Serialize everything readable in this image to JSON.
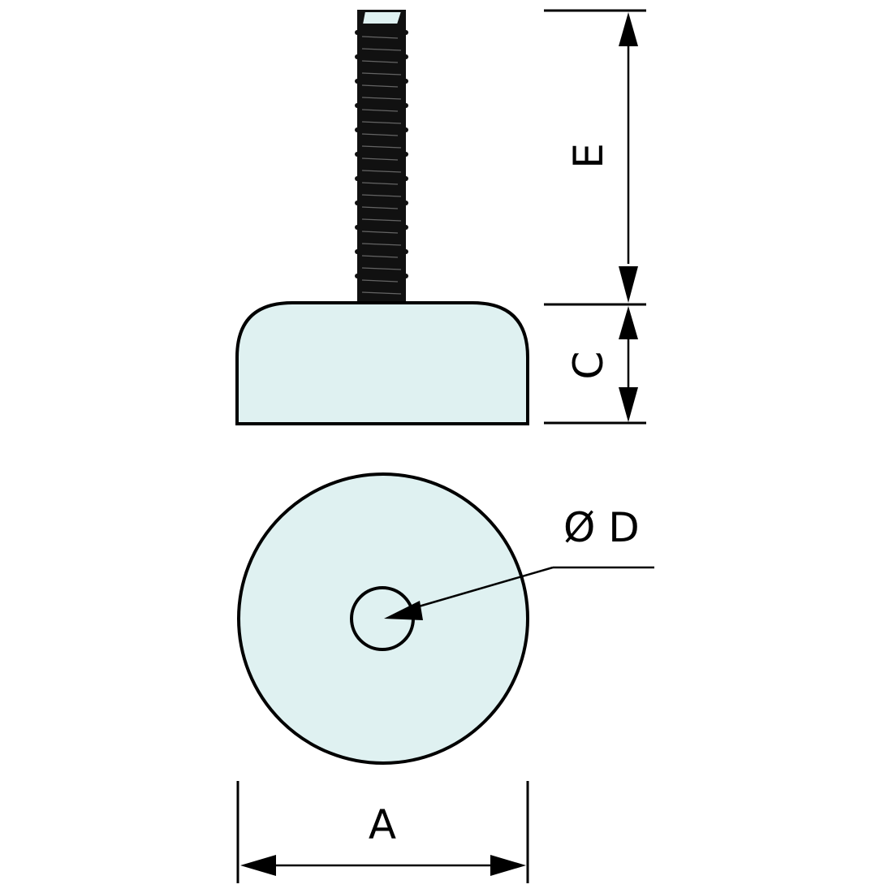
{
  "diagram": {
    "title": "Leveling foot dimension drawing",
    "colors": {
      "fill": "#dff1f1",
      "stroke": "#000000",
      "thread": "#111111",
      "background": "#ffffff"
    },
    "side_view": {
      "name": "side-view",
      "components": [
        "threaded stud",
        "rubber base"
      ]
    },
    "top_view": {
      "name": "top-view",
      "components": [
        "base disc",
        "center hole"
      ]
    },
    "dimensions": {
      "E": {
        "label": "E",
        "meaning": "stud length"
      },
      "C": {
        "label": "C",
        "meaning": "base height"
      },
      "D": {
        "label": "Ø D",
        "meaning": "hole/stud diameter"
      },
      "A": {
        "label": "A",
        "meaning": "base diameter"
      }
    }
  }
}
